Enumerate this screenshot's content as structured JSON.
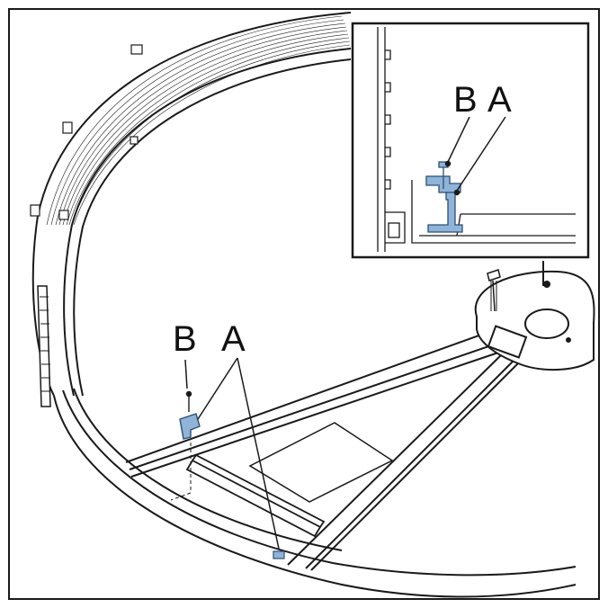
{
  "labels": {
    "main_b": "B",
    "main_a": "A",
    "inset_b": "B",
    "inset_a": "A"
  },
  "colors": {
    "line": "#1a1a1a",
    "part": "#8fb4d8",
    "part_stroke": "#2b4f73",
    "background": "#ffffff"
  }
}
